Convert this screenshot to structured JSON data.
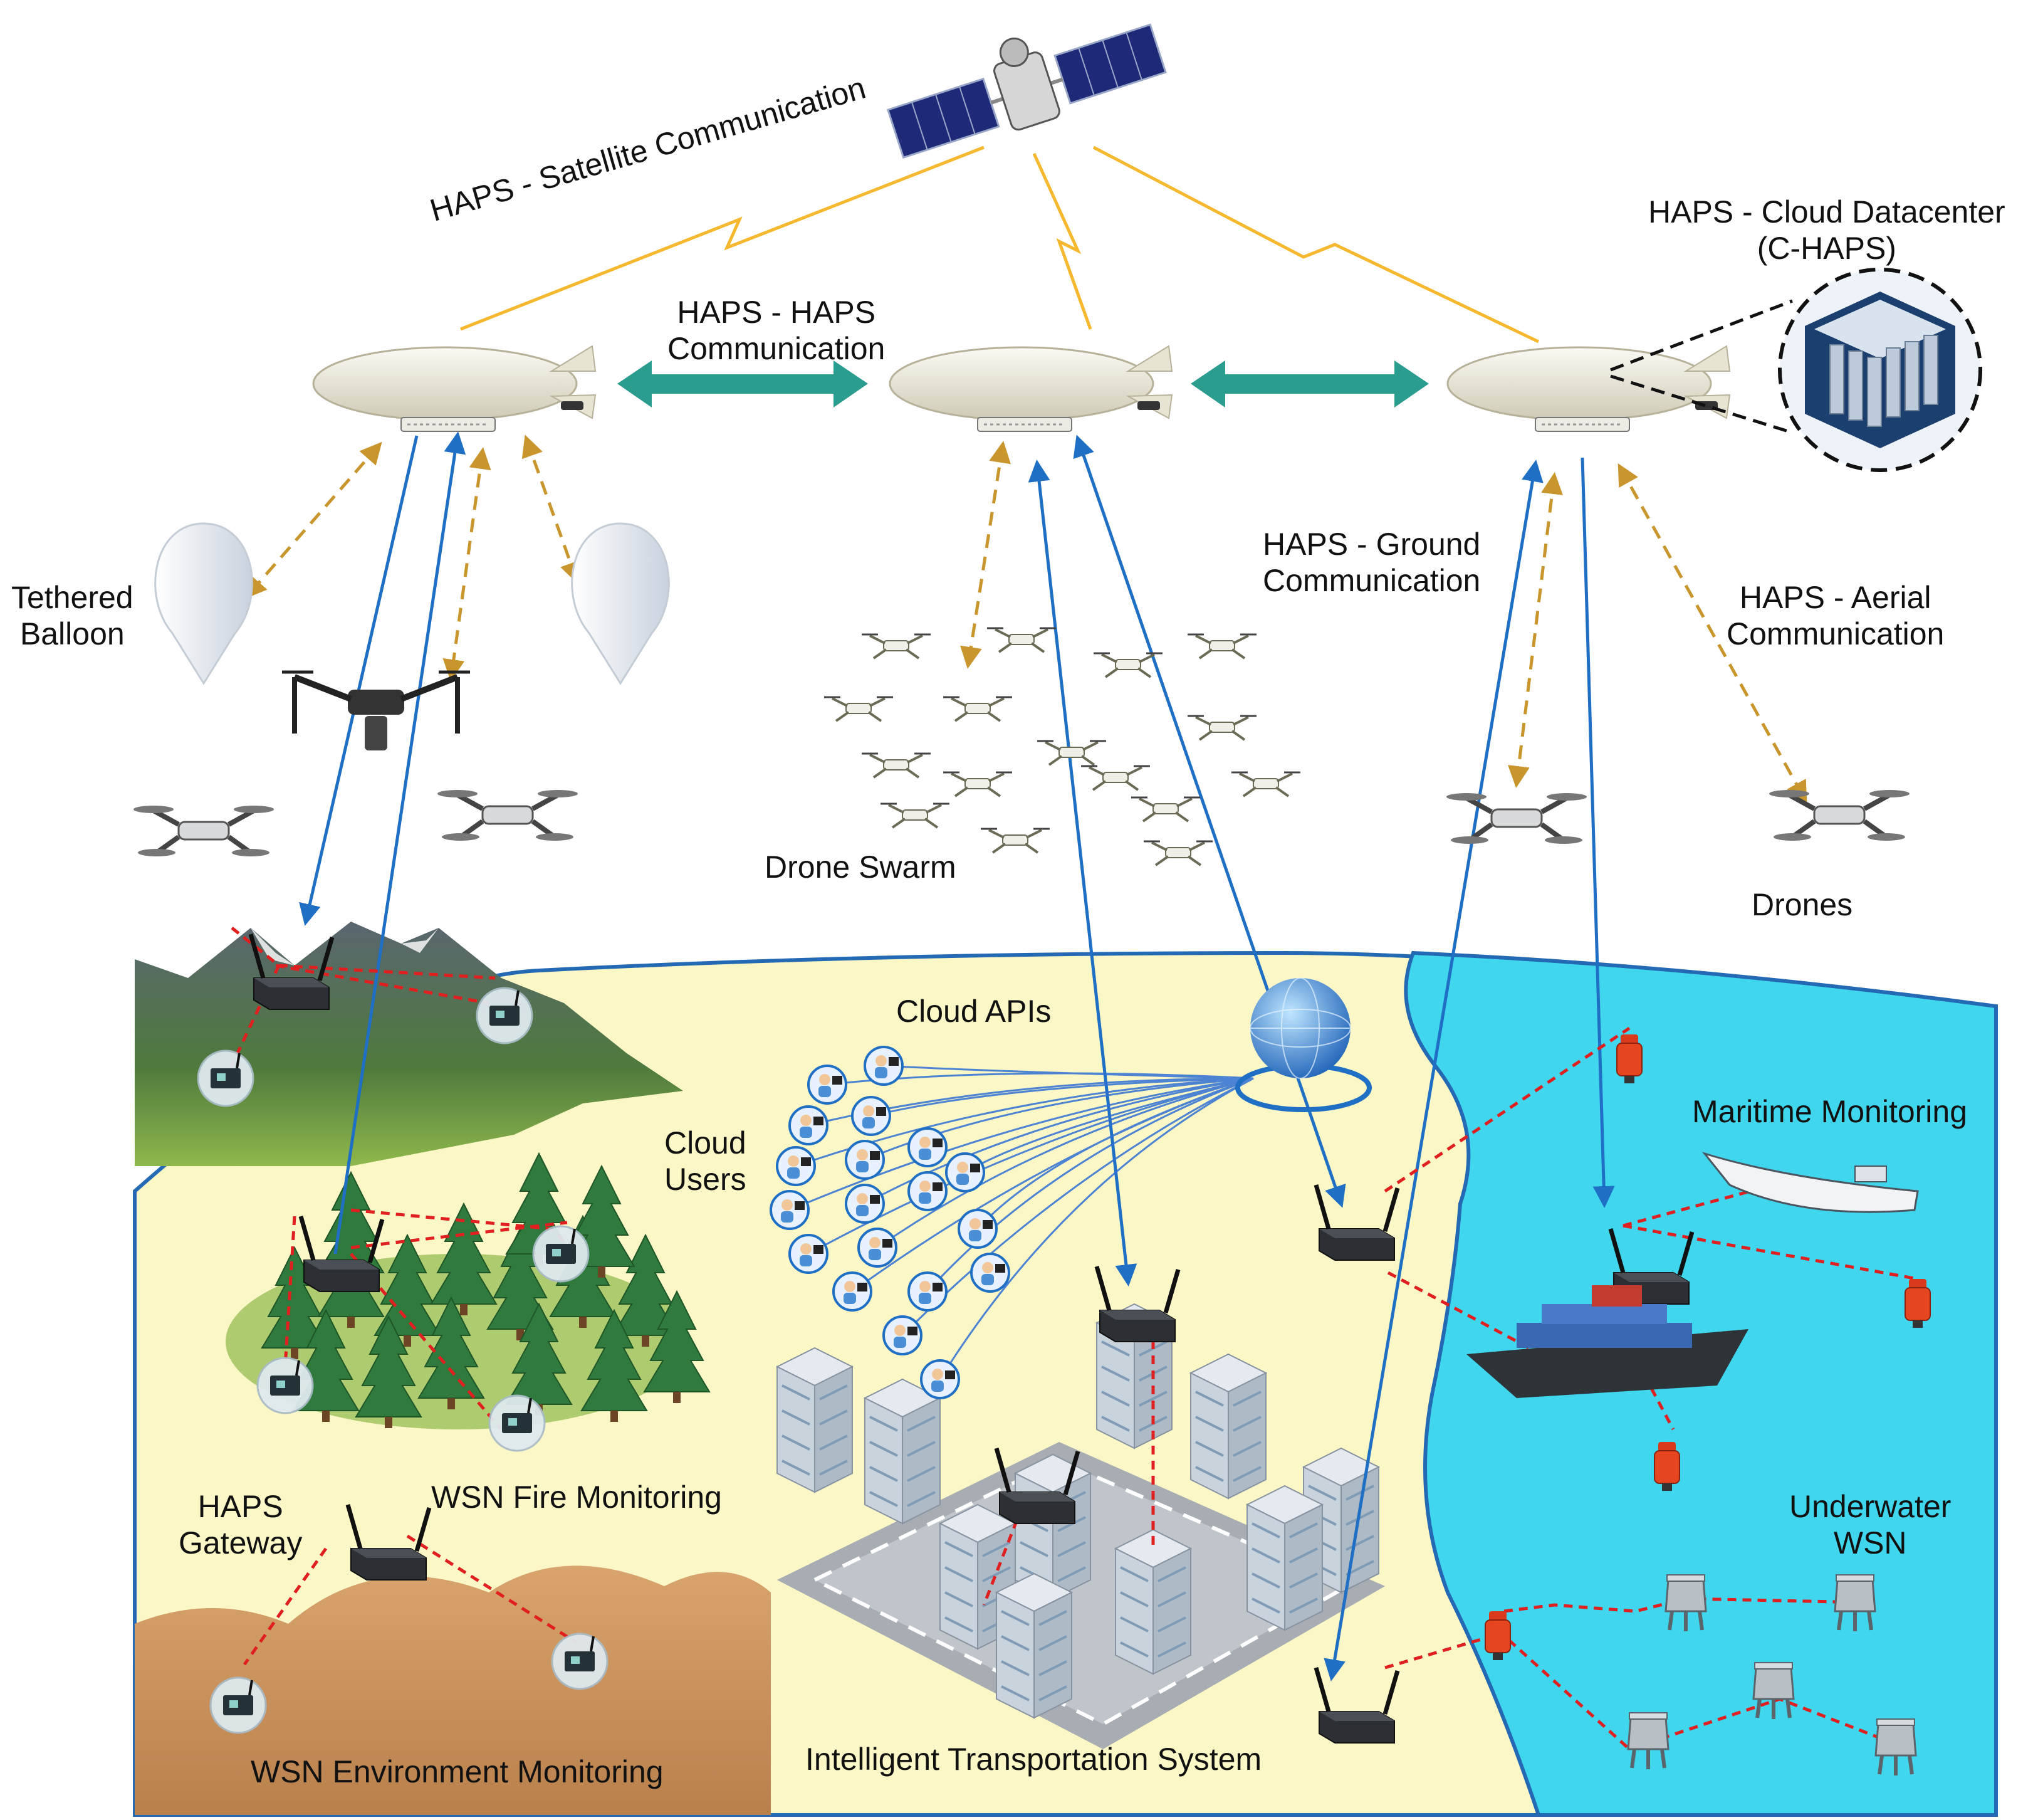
{
  "labels": {
    "satellite_link": "HAPS - Satellite Communication",
    "cloud_datacenter_1": "HAPS - Cloud Datacenter",
    "cloud_datacenter_2": "(C-HAPS)",
    "haps_haps_1": "HAPS - HAPS",
    "haps_haps_2": "Communication",
    "ground_comm_1": "HAPS - Ground",
    "ground_comm_2": "Communication",
    "aerial_comm_1": "HAPS - Aerial",
    "aerial_comm_2": "Communication",
    "tethered_1": "Tethered",
    "tethered_2": "Balloon",
    "drone_swarm": "Drone Swarm",
    "drones": "Drones",
    "cloud_apis": "Cloud APIs",
    "cloud_users_1": "Cloud",
    "cloud_users_2": "Users",
    "maritime": "Maritime Monitoring",
    "fire": "WSN Fire Monitoring",
    "gateway_1": "HAPS",
    "gateway_2": "Gateway",
    "underwater_1": "Underwater",
    "underwater_2": "WSN",
    "environment": "WSN Environment Monitoring",
    "its": "Intelligent Transportation System"
  },
  "colors": {
    "satellite_link": "#f5b82e",
    "haps_haps": "#2a9d8f",
    "ground_link": "#1f6fc4",
    "aerial_link": "#c8962c",
    "wsn_link": "#e02020",
    "land": "#fbf7c6",
    "sea": "#3fd6ee",
    "border": "#2369b4"
  },
  "icons": [
    "satellite-icon",
    "airship-icon",
    "datacenter-icon",
    "balloon-icon",
    "drone-icon",
    "gateway-icon",
    "sensor-node-icon",
    "globe-icon",
    "user-icon",
    "ship-icon",
    "buoy-icon",
    "underwater-sensor-icon",
    "building-icon",
    "tree-icon"
  ]
}
